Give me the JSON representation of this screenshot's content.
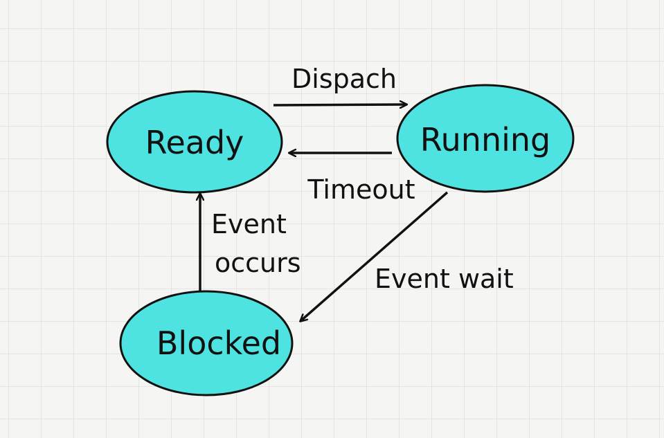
{
  "diagram": {
    "colors": {
      "node_fill": "#4ee3e0",
      "stroke": "#111111"
    },
    "nodes": {
      "ready": {
        "label": "Ready"
      },
      "running": {
        "label": "Running"
      },
      "blocked": {
        "label": "Blocked"
      }
    },
    "edges": {
      "dispatch": {
        "from": "Ready",
        "to": "Running",
        "label": "Dispach"
      },
      "timeout": {
        "from": "Running",
        "to": "Ready",
        "label": "Timeout"
      },
      "event_wait": {
        "from": "Running",
        "to": "Blocked",
        "label": "Event wait"
      },
      "event_occurs": {
        "from": "Blocked",
        "to": "Ready",
        "label_line1": "Event",
        "label_line2": "occurs"
      }
    }
  }
}
